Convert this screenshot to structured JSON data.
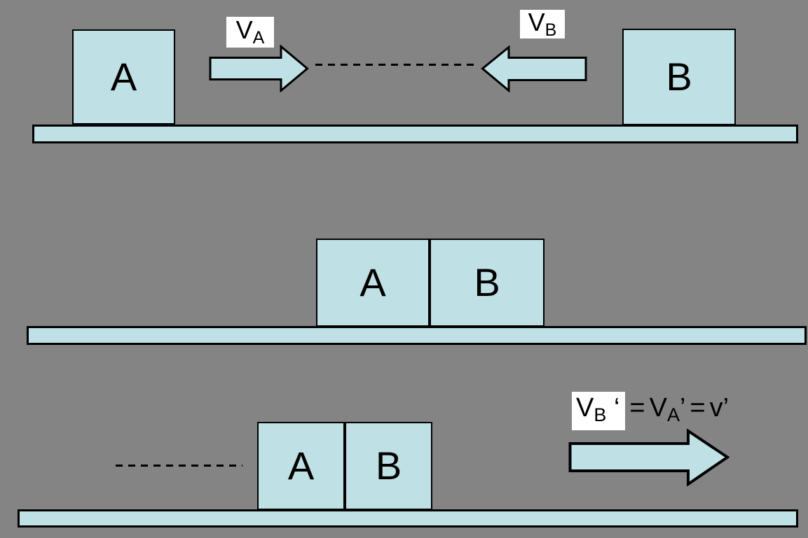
{
  "colors": {
    "background": "#848484",
    "shape_fill": "#bfe0e4",
    "outline": "#000000",
    "label_background": "#ffffff"
  },
  "scenes": {
    "before": {
      "block_a": "A",
      "block_b": "B",
      "va_label": {
        "symbol": "V",
        "subscript": "A"
      },
      "vb_label": {
        "symbol": "V",
        "subscript": "B"
      }
    },
    "during": {
      "block_a": "A",
      "block_b": "B"
    },
    "after": {
      "block_a": "A",
      "block_b": "B",
      "equation": {
        "term1_symbol": "V",
        "term1_sub": "B",
        "term1_prime": "‘",
        "equals1": "=",
        "term2_symbol": "V",
        "term2_sub": "A",
        "term2_prime": "’",
        "equals2": "=",
        "term3_symbol": "v",
        "term3_prime": "’"
      }
    }
  }
}
